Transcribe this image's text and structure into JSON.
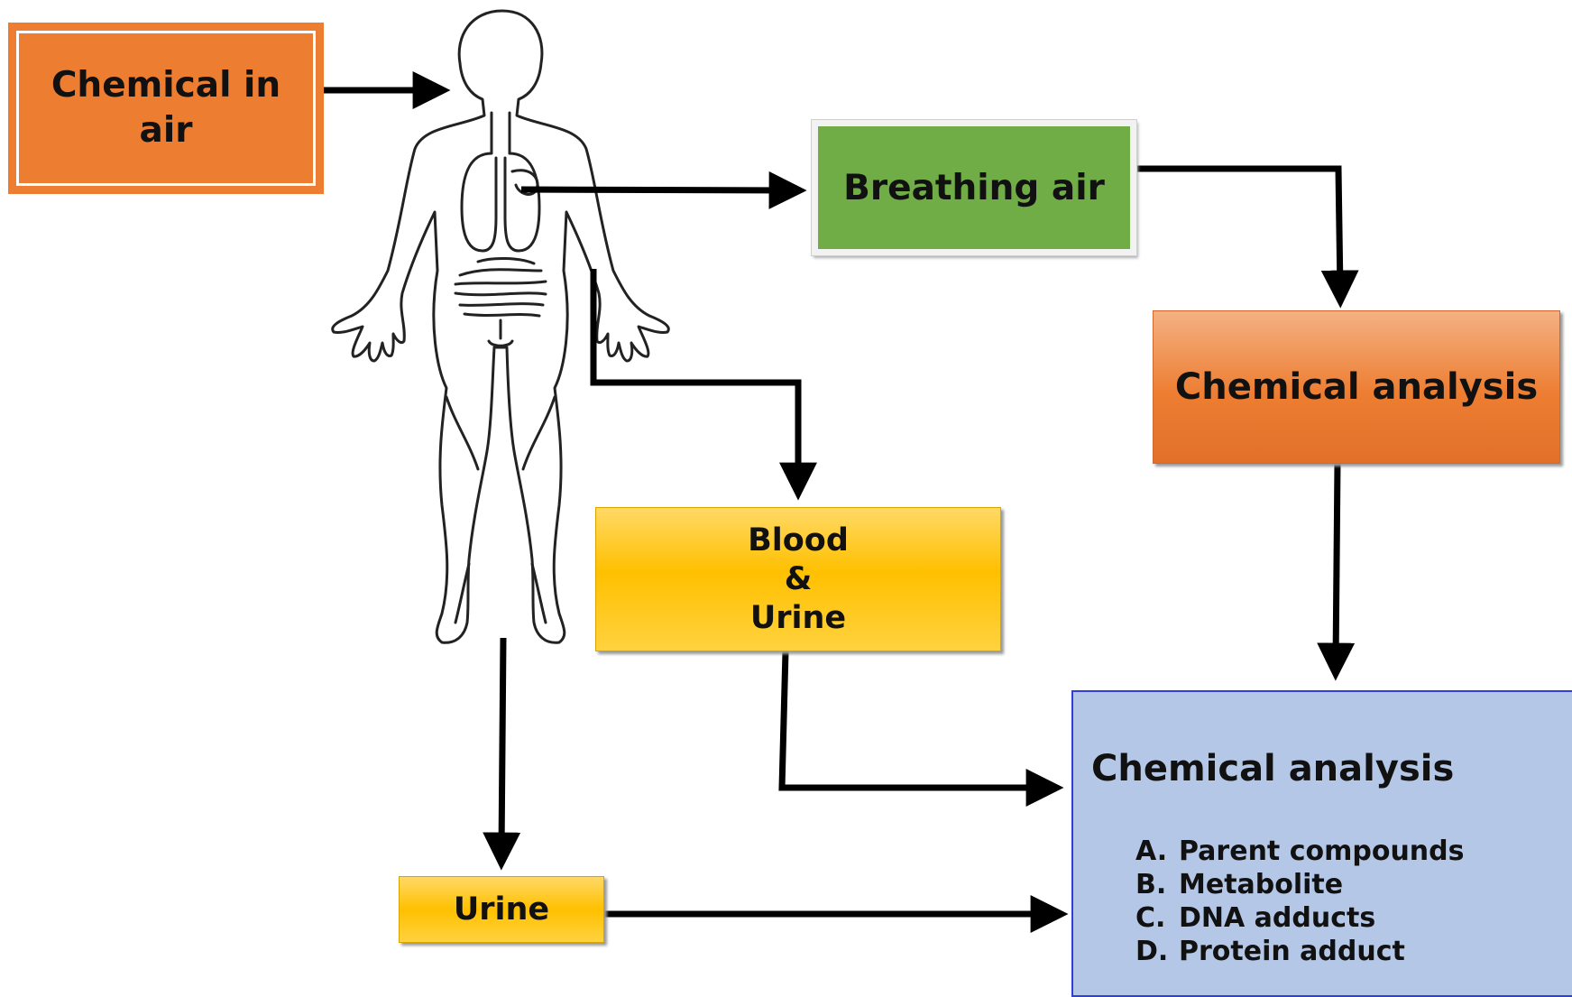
{
  "boxes": {
    "chemical_in_air": "Chemical in\nair",
    "breathing_air": "Breathing air",
    "chemical_analysis_top": "Chemical analysis",
    "blood_urine": "Blood\n&\nUrine",
    "urine": "Urine",
    "chemical_analysis_main": "Chemical analysis"
  },
  "analysis_items": [
    {
      "marker": "A.",
      "text": "Parent compounds"
    },
    {
      "marker": "B.",
      "text": "Metabolite"
    },
    {
      "marker": "C.",
      "text": "DNA adducts"
    },
    {
      "marker": "D.",
      "text": "Protein adduct"
    }
  ],
  "colors": {
    "orange": "#ED7D31",
    "green": "#70AD47",
    "yellow": "#FFC000",
    "blue_panel": "#B4C7E7",
    "arrow": "#000000"
  },
  "icons": [
    "human-body-outline-icon"
  ]
}
